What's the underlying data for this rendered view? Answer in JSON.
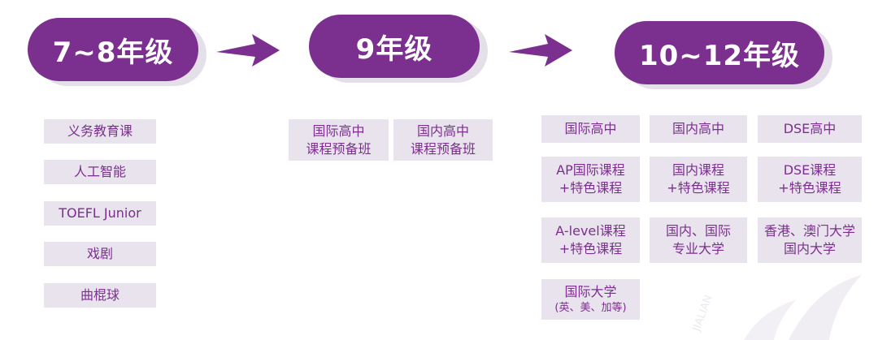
{
  "colors": {
    "accent": "#7b2f8e",
    "box_bg": "#e8e3ec",
    "shadow": "#e4dfe8"
  },
  "grades": {
    "g1": "7~8年级",
    "g2": "9年级",
    "g3": "10~12年级"
  },
  "col1": {
    "items": [
      "义务教育课",
      "人工智能",
      "TOEFL Junior",
      "戏剧",
      "曲棍球"
    ]
  },
  "col2": {
    "b1": {
      "l1": "国际高中",
      "l2": "课程预备班"
    },
    "b2": {
      "l1": "国内高中",
      "l2": "课程预备班"
    }
  },
  "col3": {
    "r1": [
      "国际高中",
      "国内高中",
      "DSE高中"
    ],
    "r2": [
      {
        "l1": "AP国际课程",
        "l2": "+特色课程"
      },
      {
        "l1": "国内课程",
        "l2": "+特色课程"
      },
      {
        "l1": "DSE课程",
        "l2": "+特色课程"
      }
    ],
    "r3": [
      {
        "l1": "A-level课程",
        "l2": "+特色课程"
      },
      {
        "l1": "国内、国际",
        "l2": "专业大学"
      },
      {
        "l1": "香港、澳门大学",
        "l2": "国内大学"
      }
    ],
    "r4": {
      "l1": "国际大学",
      "l2": "(英、美、加等)"
    }
  },
  "watermark": {
    "text": "JIALIAN"
  }
}
